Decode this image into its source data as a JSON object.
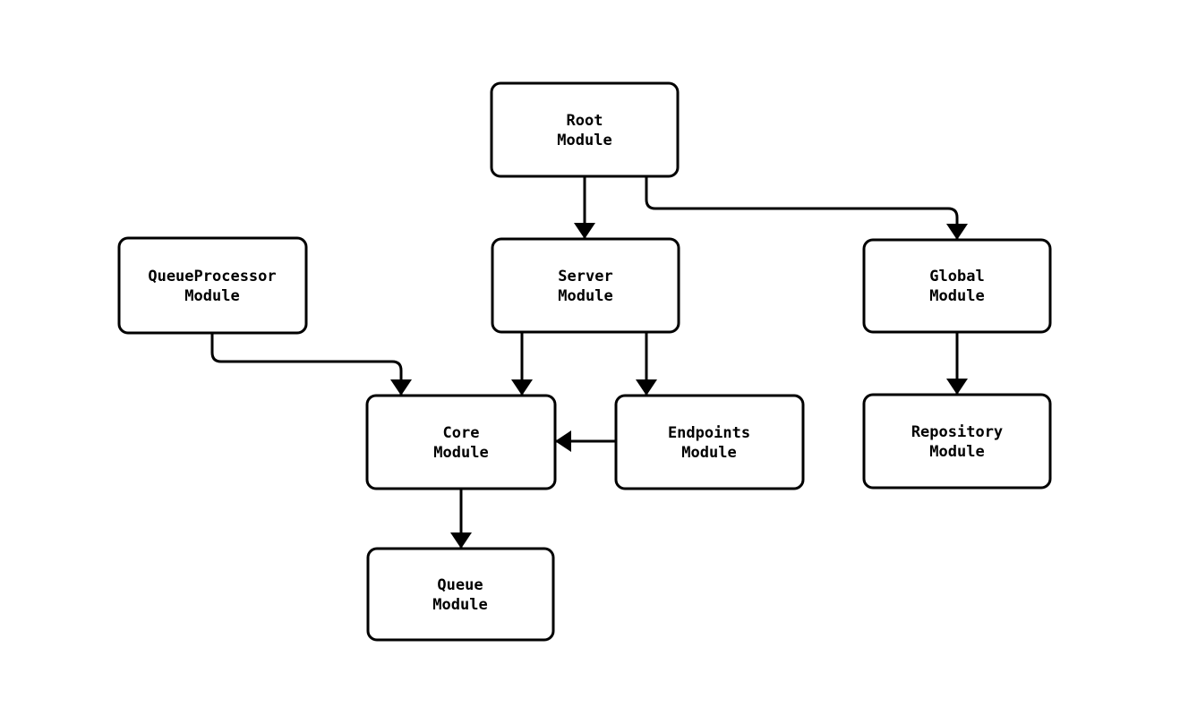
{
  "diagram": {
    "type": "flowchart",
    "background_color": "#ffffff",
    "line_color": "#000000",
    "node_fill_color": "#ffffff",
    "text_color": "#000000",
    "nodes": {
      "root": {
        "line1": "Root",
        "line2": "Module"
      },
      "queueprocessor": {
        "line1": "QueueProcessor",
        "line2": "Module"
      },
      "server": {
        "line1": "Server",
        "line2": "Module"
      },
      "global": {
        "line1": "Global",
        "line2": "Module"
      },
      "core": {
        "line1": "Core",
        "line2": "Module"
      },
      "endpoints": {
        "line1": "Endpoints",
        "line2": "Module"
      },
      "repository": {
        "line1": "Repository",
        "line2": "Module"
      },
      "queue": {
        "line1": "Queue",
        "line2": "Module"
      }
    },
    "edges": [
      {
        "from": "Root Module",
        "to": "Server Module"
      },
      {
        "from": "Root Module",
        "to": "Global Module"
      },
      {
        "from": "QueueProcessor Module",
        "to": "Core Module"
      },
      {
        "from": "Server Module",
        "to": "Core Module"
      },
      {
        "from": "Server Module",
        "to": "Endpoints Module"
      },
      {
        "from": "Endpoints Module",
        "to": "Core Module"
      },
      {
        "from": "Global Module",
        "to": "Repository Module"
      },
      {
        "from": "Core Module",
        "to": "Queue Module"
      }
    ]
  }
}
